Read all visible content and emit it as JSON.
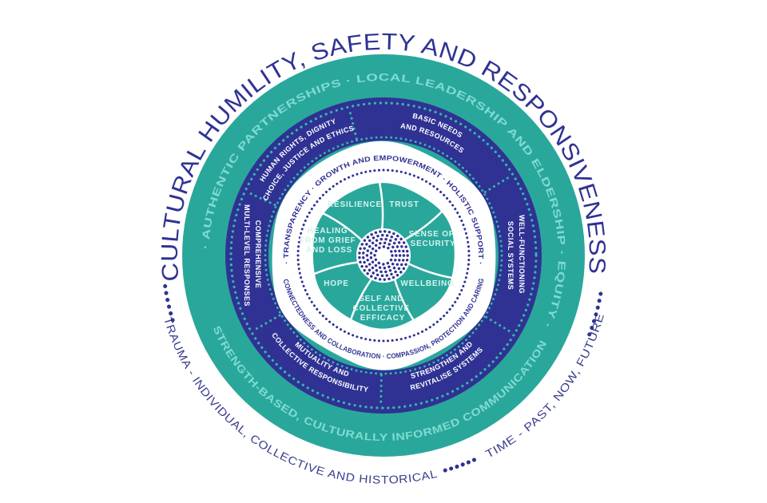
{
  "colors": {
    "indigo": "#2F3293",
    "teal": "#2AA79B",
    "aqua_ring_text": "#7FDBD2",
    "teal_dots": "#35B8AD",
    "core_label_text": "#D6F2EF",
    "segment_text": "#FFFFFF",
    "outer_title_text": "#2F3293",
    "outer_bottom_text": "#3A3E8C"
  },
  "outer_arcs": {
    "top": "CULTURAL HUMILITY, SAFETY AND RESPONSIVENESS",
    "bottom_left": "TRAUMA - INDIVIDUAL, COLLECTIVE AND HISTORICAL",
    "bottom_right": "TIME - PAST, NOW, FUTURE"
  },
  "principles_ring": {
    "top": "·   AUTHENTIC PARTNERSHIPS    ·    LOCAL LEADERSHIP AND ELDERSHIP    ·    EQUITY   ·",
    "bottom": "STRENGTH-BASED, CULTURALLY INFORMED COMMUNICATION"
  },
  "domains_ring": {
    "segments": [
      {
        "id": "human-rights",
        "lines": [
          "HUMAN RIGHTS, DIGNITY",
          "CHOICE, JUSTICE AND ETHICS"
        ]
      },
      {
        "id": "basic-needs",
        "lines": [
          "BASIC NEEDS",
          "AND RESOURCES"
        ]
      },
      {
        "id": "social-systems",
        "lines": [
          "WELL-FUNCTIONING",
          "SOCIAL SYSTEMS"
        ]
      },
      {
        "id": "strengthen",
        "lines": [
          "STRENGTHEN AND",
          "REVITALISE SYSTEMS"
        ]
      },
      {
        "id": "mutuality",
        "lines": [
          "MUTUALITY AND",
          "COLLECTIVE RESPONSIBILITY"
        ]
      },
      {
        "id": "multi-level",
        "lines": [
          "MULTI-LEVEL RESPONSES",
          "COMPREHENSIVE"
        ]
      }
    ]
  },
  "approaches_ring": {
    "top": "·  TRANSPARENCY   ·   GROWTH AND EMPOWERMENT   ·   HOLISTIC SUPPORT  ·",
    "bottom": "CONNECTEDNESS AND COLLABORATION   ·   COMPASSION, PROTECTION AND CARING"
  },
  "core": {
    "sectors": [
      {
        "id": "resilience",
        "lines": [
          "RESILIENCE"
        ]
      },
      {
        "id": "trust",
        "lines": [
          "TRUST"
        ]
      },
      {
        "id": "sense-of-security",
        "lines": [
          "SENSE OF",
          "SECURITY"
        ]
      },
      {
        "id": "wellbeing",
        "lines": [
          "WELLBEING"
        ]
      },
      {
        "id": "self-collective-efficacy",
        "lines": [
          "SELF AND",
          "COLLECTIVE",
          "EFFICACY"
        ]
      },
      {
        "id": "hope",
        "lines": [
          "HOPE"
        ]
      },
      {
        "id": "healing",
        "lines": [
          "HEALING",
          "FROM GRIEF",
          "AND LOSS"
        ]
      }
    ]
  }
}
